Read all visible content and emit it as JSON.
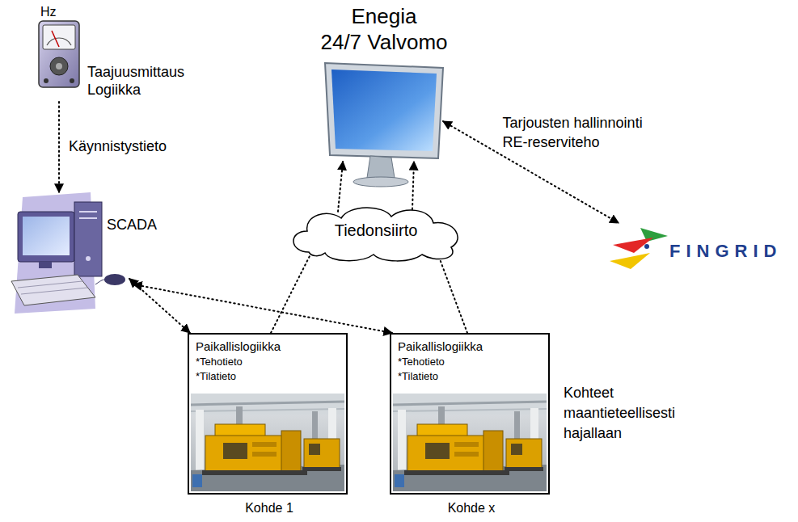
{
  "diagram": {
    "nodes": [
      {
        "text": [
          "Hz",
          "Taajuusmittaus Logiikka"
        ]
      },
      {
        "text": [
          "SCADA"
        ]
      },
      {
        "text": [
          "Enegia",
          "24/7 Valvomo"
        ]
      },
      {
        "text": [
          "Tiedonsiirto"
        ]
      },
      {
        "text": [
          "FINGRID"
        ]
      },
      {
        "text": [
          "Paikallislogiikka",
          "*Tehotieto",
          "*Tilatieto",
          "Kohde 1"
        ]
      },
      {
        "text": [
          "Paikallislogiikka",
          "*Tehotieto",
          "*Tilatieto",
          "Kohde x"
        ]
      }
    ],
    "edges": [
      {
        "from": 0,
        "to": 1,
        "label": "Käynnistystieto",
        "arrow": "to"
      },
      {
        "from": 1,
        "to": 5,
        "arrow": "both"
      },
      {
        "from": 1,
        "to": 6,
        "arrow": "both"
      },
      {
        "from": 5,
        "to": 3,
        "arrow": "none"
      },
      {
        "from": 6,
        "to": 3,
        "arrow": "none"
      },
      {
        "from": 3,
        "to": 2,
        "arrow": "to"
      },
      {
        "from": 3,
        "to": 2,
        "arrow": "to"
      },
      {
        "from": 2,
        "to": 4,
        "label": "Tarjousten hallinnointi RE-reserviteho",
        "arrow": "both"
      }
    ],
    "labels": [
      "Kohteet maantieteellisesti hajallaan"
    ]
  }
}
